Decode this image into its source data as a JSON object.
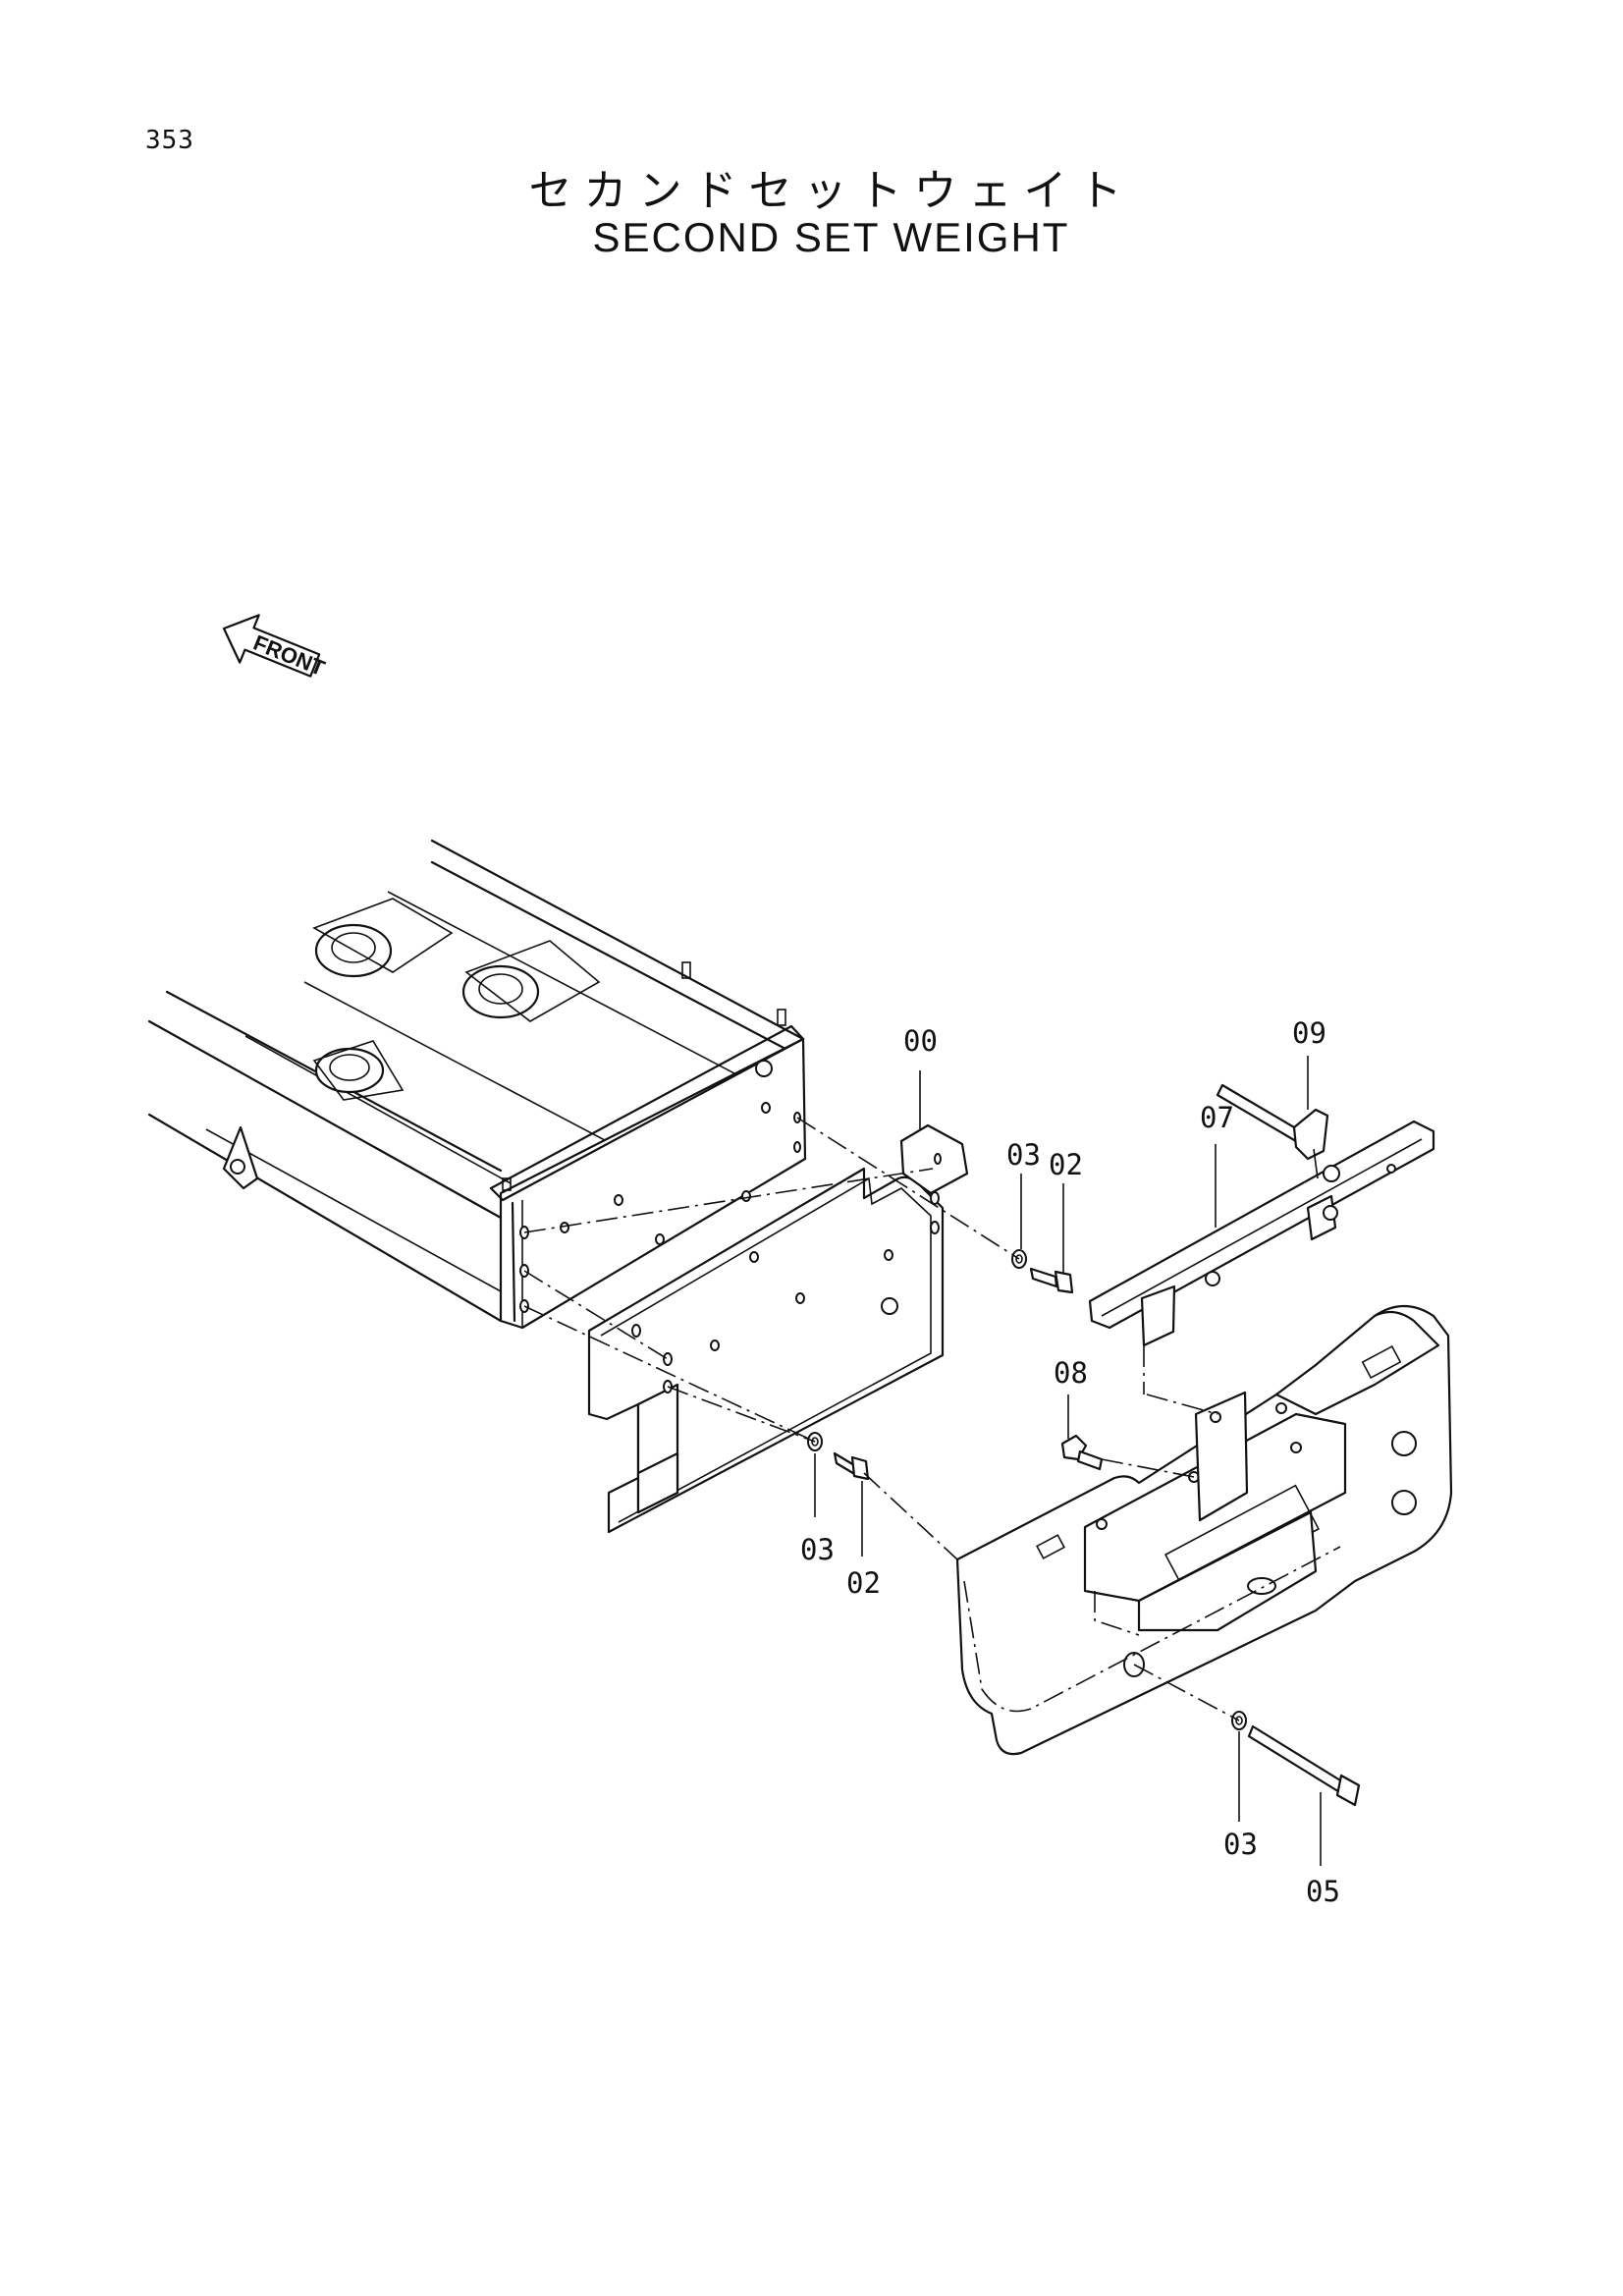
{
  "page": {
    "number": "353",
    "title_jp": "セカンドセットウェイト",
    "title_en": "SECOND SET WEIGHT"
  },
  "front_arrow": {
    "label": "FRONT",
    "icon": "front-arrow-icon"
  },
  "part_labels": [
    {
      "id": "00",
      "text": "00"
    },
    {
      "id": "09",
      "text": "09"
    },
    {
      "id": "07",
      "text": "07"
    },
    {
      "id": "03a",
      "text": "03"
    },
    {
      "id": "02a",
      "text": "02"
    },
    {
      "id": "08",
      "text": "08"
    },
    {
      "id": "03b",
      "text": "03"
    },
    {
      "id": "02b",
      "text": "02"
    },
    {
      "id": "03c",
      "text": "03"
    },
    {
      "id": "05",
      "text": "05"
    }
  ]
}
